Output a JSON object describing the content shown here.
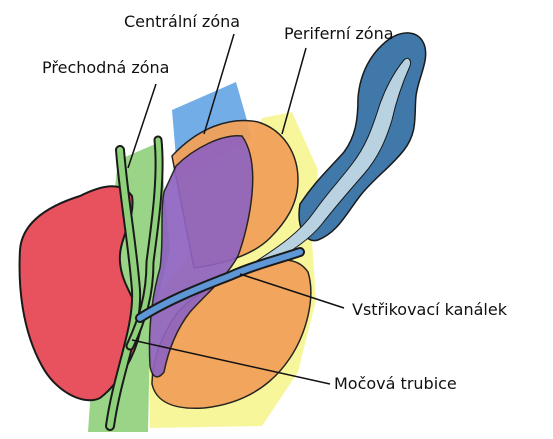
{
  "labels": {
    "central_zone": "Centrální zóna",
    "peripheral_zone": "Periferní zóna",
    "transition_zone": "Přechodná zóna",
    "ejaculatory_duct": "Vstřikovací kanálek",
    "urethra": "Močová trubice"
  },
  "colors": {
    "anterior_red": "#e8525e",
    "transition_green": "#8fd07a",
    "central_blue": "#6aa9e6",
    "peripheral_yellow": "#f6f48a",
    "peripheral_orange": "#f2a25a",
    "central_purple": "#8f63c0",
    "seminal_vesicle_dark": "#3f78a9",
    "seminal_vesicle_light": "#b9d2e2",
    "duct_blue": "#5f97d6",
    "outline": "#1a1a1a"
  }
}
